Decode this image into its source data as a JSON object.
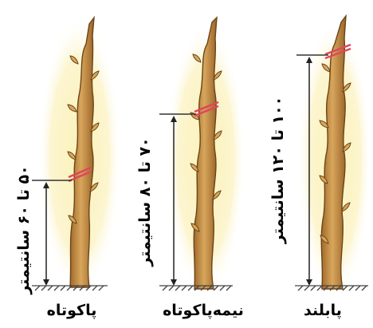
{
  "panels": [
    {
      "id": "short",
      "caption": "پاکوتاه",
      "measure": "۵۰ تا ۶۰ سانتیمتر"
    },
    {
      "id": "semi",
      "caption": "نیمه‌پاکوتاه",
      "measure": "۷۰ تا ۸۰ سانتیمتر"
    },
    {
      "id": "tall",
      "caption": "پابلند",
      "measure": "۱۰۰ تا ۱۲۰ سانتیمتر"
    }
  ],
  "colors": {
    "glow": "#fbf2b8",
    "bark": "#c9954a",
    "bark_dark": "#6b4418",
    "cut": "#e0465a"
  }
}
